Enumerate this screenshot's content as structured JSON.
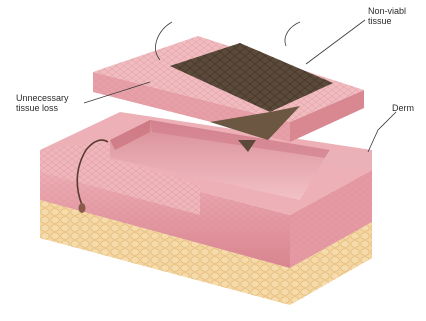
{
  "labels": {
    "non_viable_tissue": [
      "Non-viabl",
      "tissue"
    ],
    "unnecessary_tissue_loss": [
      "Unnecessary",
      "tissue loss"
    ],
    "derm": "Derm"
  },
  "colors": {
    "skin_top": "#f0bcc0",
    "skin_side": "#e89aa2",
    "skin_dark": "#c7727d",
    "wound_bed": "#e7a2ab",
    "necrotic": "#5b4a3a",
    "necrotic_light": "#7a6652",
    "fat": "#f4d6a0",
    "fat_shadow": "#e3b978",
    "hair": "#5a3b2e",
    "leader": "#3a3a3a"
  },
  "icons": [
    "hair-follicle-icon"
  ]
}
